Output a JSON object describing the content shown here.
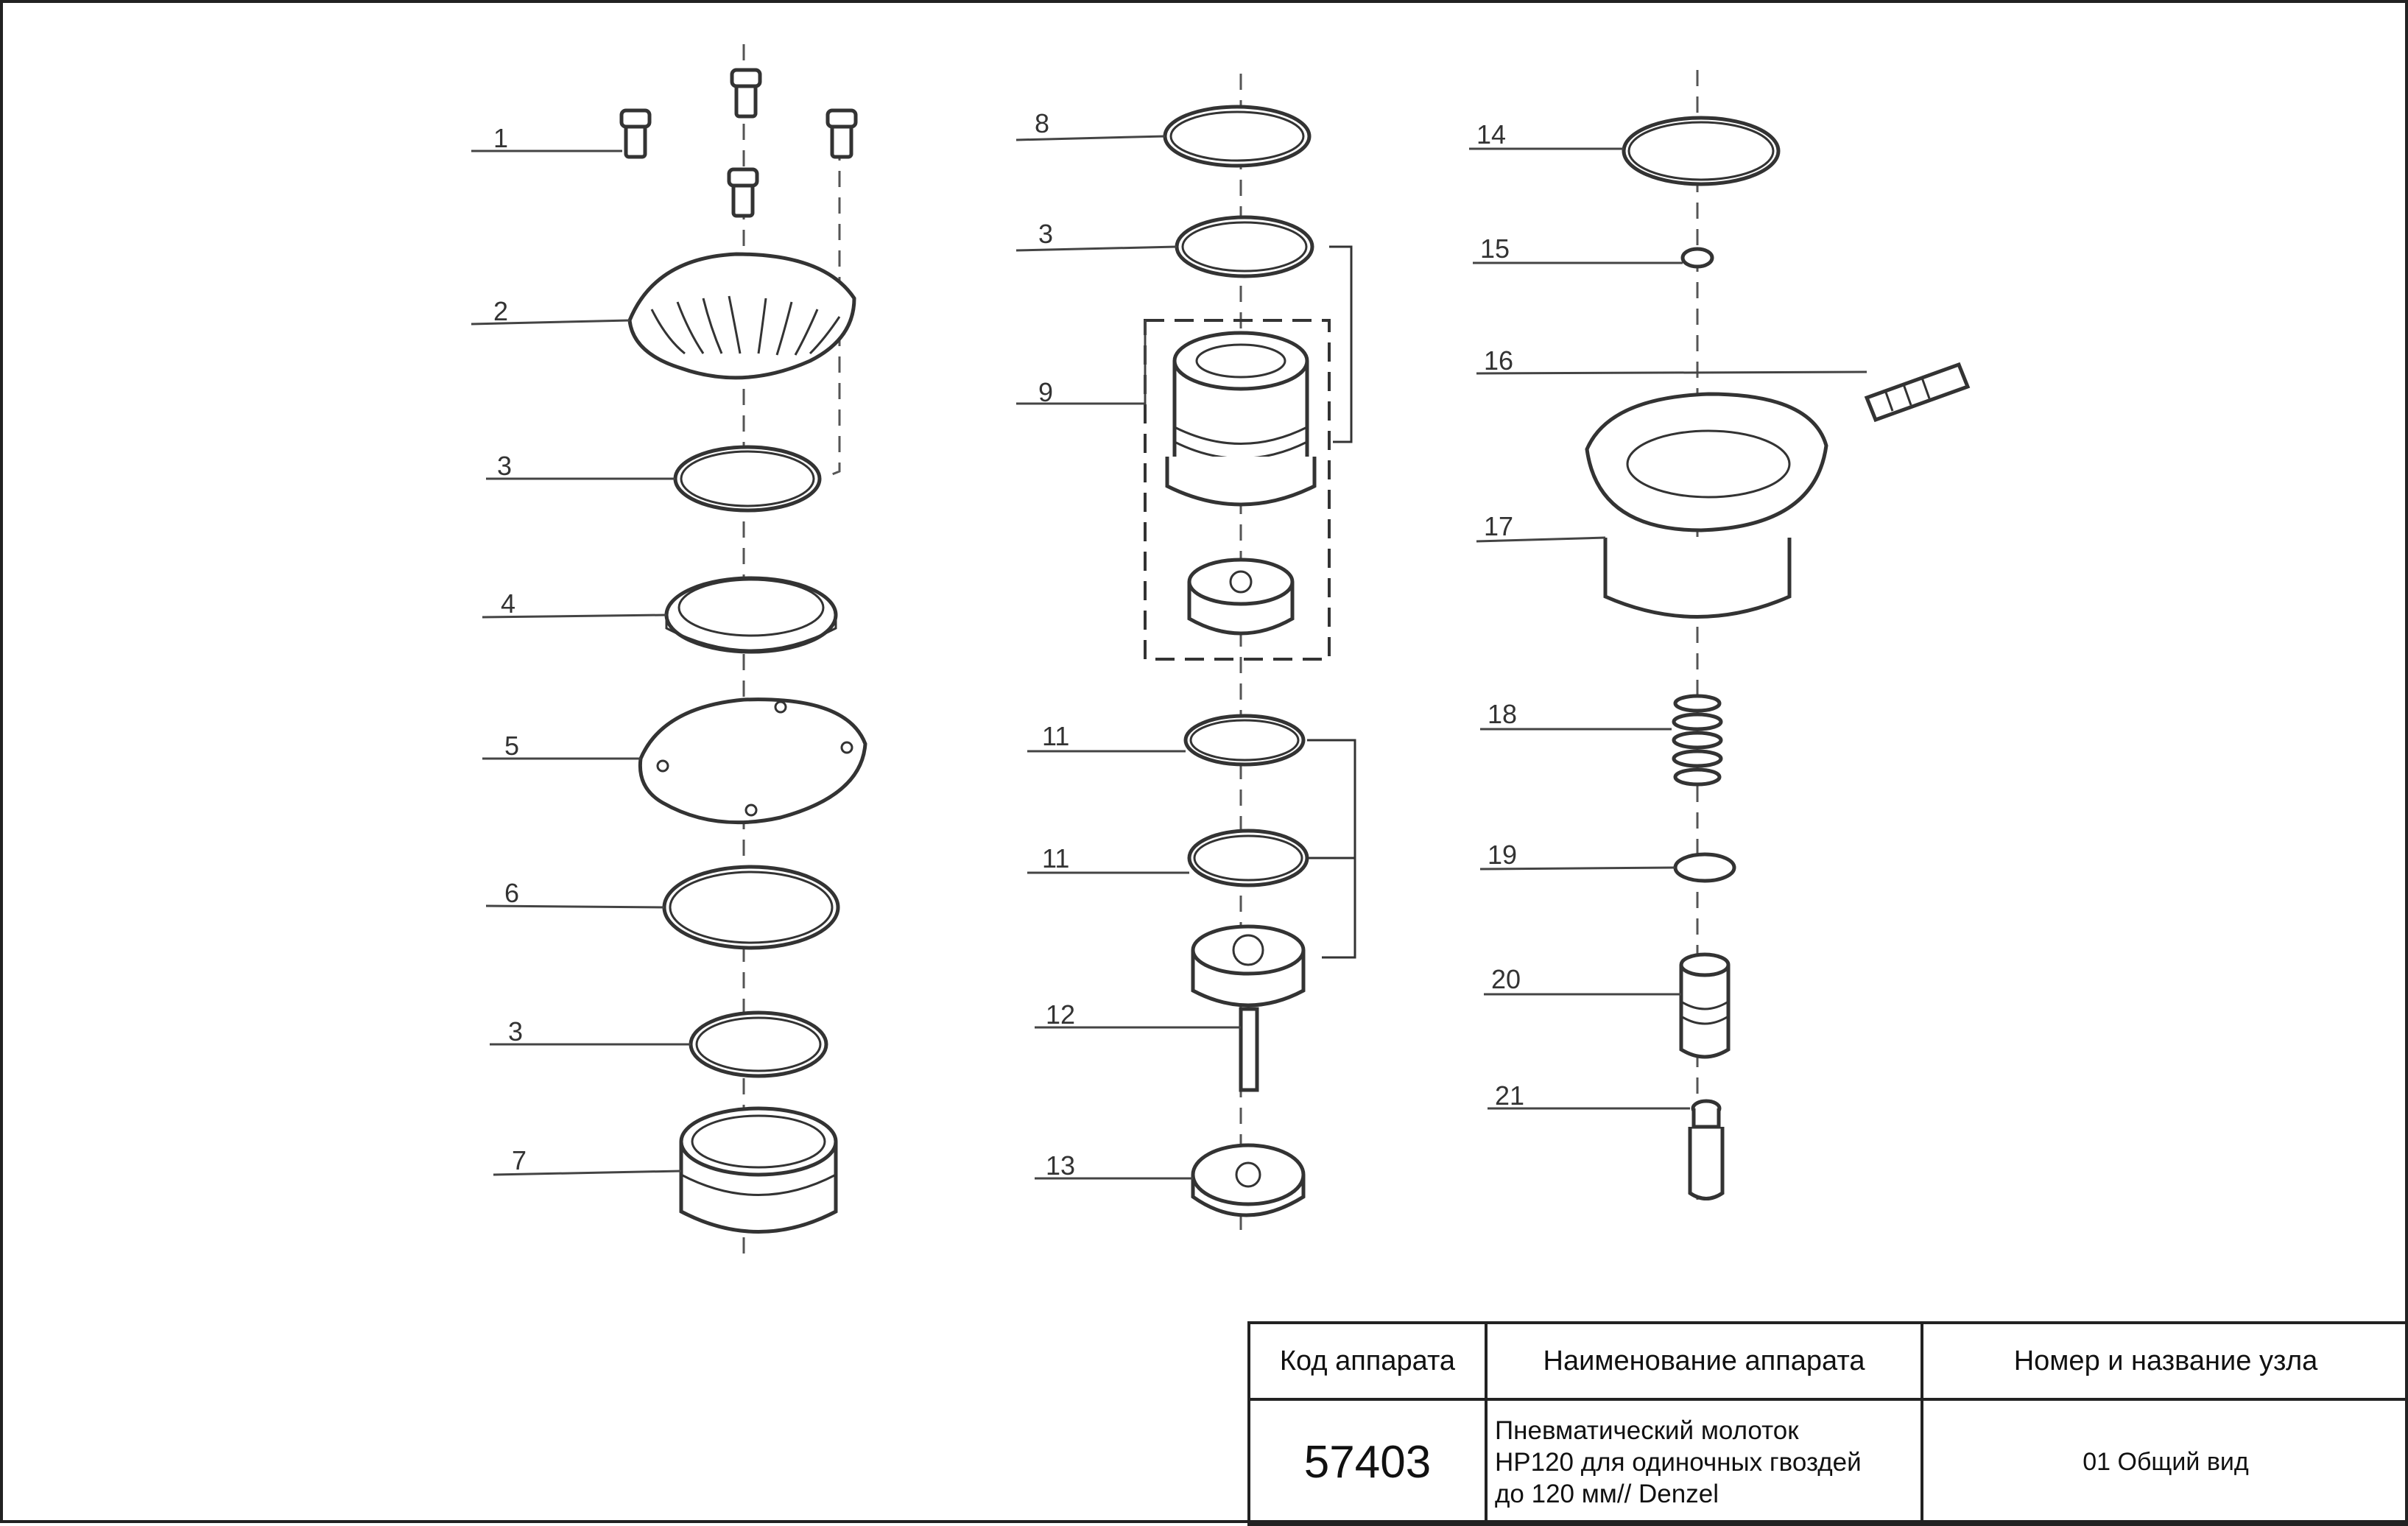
{
  "diagram": {
    "callouts": [
      "1",
      "2",
      "3",
      "4",
      "5",
      "6",
      "3",
      "7",
      "8",
      "3",
      "9",
      "11",
      "11",
      "12",
      "13",
      "14",
      "15",
      "16",
      "17",
      "18",
      "19",
      "20",
      "21"
    ]
  },
  "title_block": {
    "headers": {
      "code": "Код аппарата",
      "name": "Наименование аппарата",
      "node": "Номер и название узла"
    },
    "values": {
      "code": "57403",
      "name_line1": "Пневматический молоток",
      "name_line2": "НР120 для одиночных гвоздей",
      "name_line3": "до 120 мм// Denzel",
      "node": "01 Общий вид"
    }
  }
}
